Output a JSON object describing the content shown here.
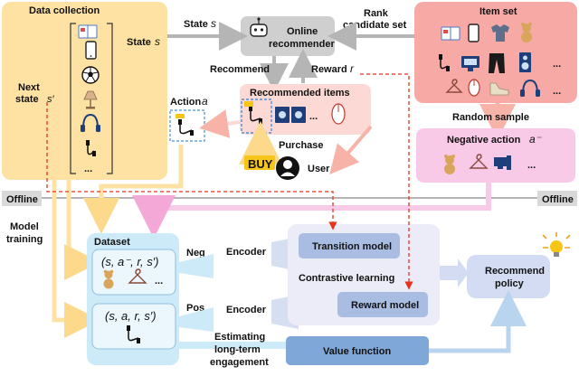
{
  "labels": {
    "data_collection": "Data  collection",
    "item_set": "Item set",
    "online_recommender": [
      "Online",
      "recommender"
    ],
    "rank_candidate": [
      "Rank",
      "candidate set"
    ],
    "state_top": "State",
    "state_top_sym": "s",
    "state_left": "State",
    "state_left_sym": "s",
    "next_state": "Next",
    "next_state_2": "state",
    "next_state_sym": "s′",
    "recommend": "Recommend",
    "reward": "Reward",
    "reward_sym": "r",
    "action": "Action",
    "action_sym": "a",
    "recommended_items": "Recommended items",
    "random_sample": "Random sample",
    "negative_action": "Negative action",
    "negative_action_sym": "a⁻",
    "purchase": "Purchase",
    "user": "User",
    "buy": "BUY",
    "offline_left": "Offline",
    "offline_right": "Offline",
    "model_training": [
      "Model",
      "training"
    ],
    "dataset": "Dataset",
    "neg_tuple": "(s, a⁻, r, s′)",
    "pos_tuple": "(s, a, r, s′)",
    "neg": "Neg",
    "pos": "Pos",
    "encoder_top": "Encoder",
    "encoder_bottom": "Encoder",
    "transition_model": "Transition model",
    "contrastive_learning": "Contrastive learning",
    "reward_model": "Reward model",
    "recommend_policy": [
      "Recommend",
      "policy"
    ],
    "estimating": [
      "Estimating",
      "long-term",
      "engagement"
    ],
    "value_function": "Value function",
    "ellipsis": "..."
  },
  "icons": {
    "phone": "phone-icon",
    "ball": "soccer-ball-icon",
    "lamp": "lamp-icon",
    "headphones": "headphones-icon",
    "cable": "cable-icon",
    "book": "book-icon",
    "shirt": "shirt-icon",
    "teddy": "teddy-bear-icon",
    "monitor": "monitor-icon",
    "pants": "pants-icon",
    "speaker": "speaker-icon",
    "hanger": "hanger-icon",
    "mouse": "mouse-icon",
    "shoe": "shoe-icon",
    "robot": "robot-icon",
    "bulb": "light-bulb-icon",
    "user": "user-icon"
  },
  "colors": {
    "data_collection_bg": "#fde2a4",
    "item_set_bg": "#f7a9a6",
    "recommender_bg": "#cfcfcf",
    "recommended_bg": "#fcd9d4",
    "negative_bg": "#f9c9e8",
    "dataset_bg": "#cdeaf8",
    "contrastive_bg": "#ececf8",
    "model_box": "#a9bde3",
    "value_box": "#7fa7d8",
    "policy_bg": "#d3dcf2",
    "dashed_red": "#e8321a",
    "arrow_yellow": "#fcd98b",
    "arrow_pink": "#f4a8d8",
    "arrow_gray": "#b5b5b5"
  }
}
